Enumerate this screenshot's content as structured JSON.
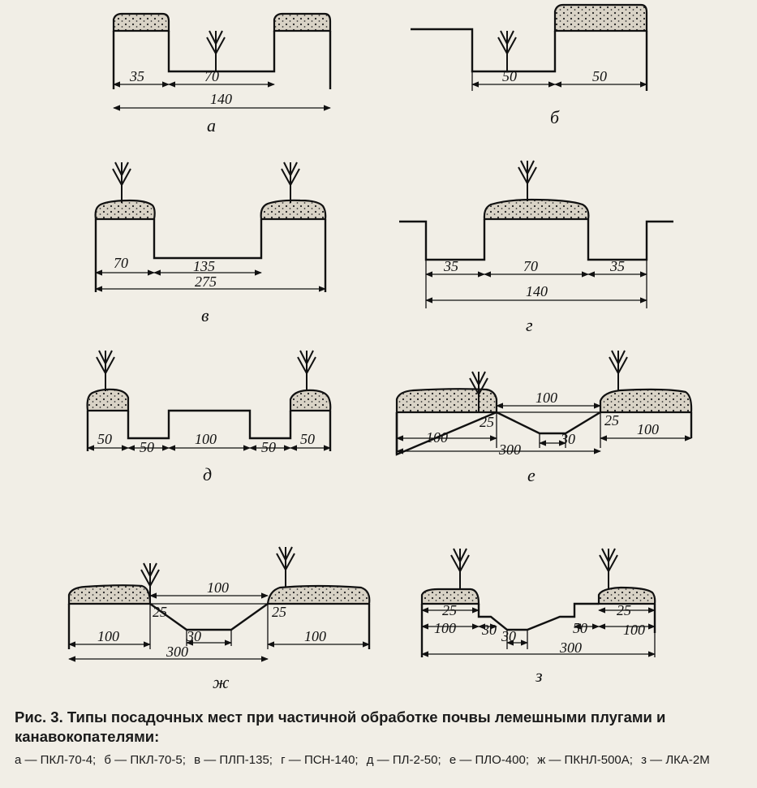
{
  "figure": {
    "panels": [
      {
        "key": "a",
        "letter": "а",
        "dims": [
          "35",
          "70",
          "140"
        ]
      },
      {
        "key": "b",
        "letter": "б",
        "dims": [
          "50",
          "50"
        ]
      },
      {
        "key": "v",
        "letter": "в",
        "dims": [
          "70",
          "135",
          "275"
        ]
      },
      {
        "key": "g",
        "letter": "г",
        "dims": [
          "35",
          "70",
          "35",
          "140"
        ]
      },
      {
        "key": "d",
        "letter": "д",
        "dims": [
          "50",
          "50",
          "100",
          "50",
          "50"
        ]
      },
      {
        "key": "e",
        "letter": "е",
        "dims": [
          "100",
          "25",
          "25",
          "30",
          "100",
          "100",
          "300"
        ]
      },
      {
        "key": "zh",
        "letter": "ж",
        "dims": [
          "100",
          "25",
          "25",
          "30",
          "100",
          "100",
          "300"
        ]
      },
      {
        "key": "z",
        "letter": "з",
        "dims": [
          "25",
          "25",
          "100",
          "30",
          "30",
          "50",
          "100",
          "300"
        ]
      }
    ]
  },
  "caption": {
    "title": "Рис. 3. Типы посадочных мест при частичной обработке почвы лемешными плугами и канавокопателями:",
    "items": [
      "а — ПКЛ-70-4;",
      "б — ПКЛ-70-5;",
      "в — ПЛП-135;",
      "г — ПСН-140;",
      "д — ПЛ-2-50;",
      "е — ПЛО-400;",
      "ж — ПКНЛ-500А;",
      "з — ЛКА-2М"
    ]
  }
}
